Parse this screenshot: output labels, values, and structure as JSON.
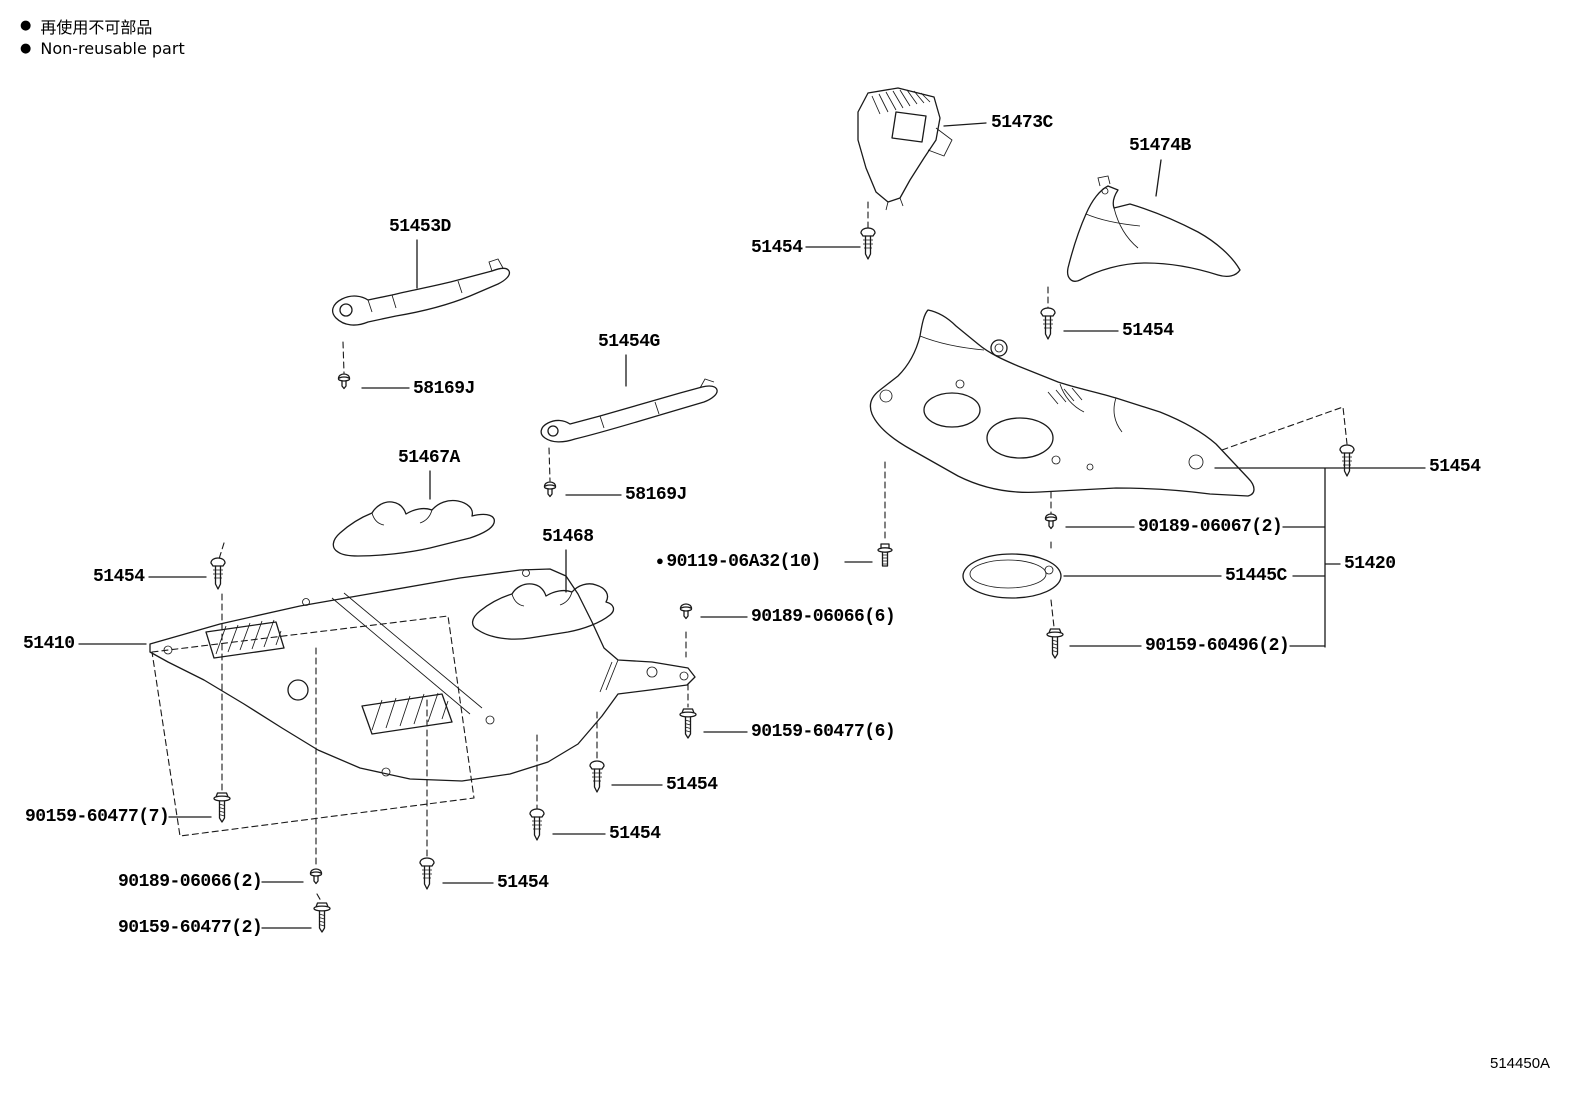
{
  "legend": {
    "bullet": "●",
    "jp": "再使用不可部品",
    "en": "Non-reusable part"
  },
  "diagram_code": "514450A",
  "colors": {
    "line": "#1a1a1a",
    "text": "#000000",
    "background": "#ffffff"
  },
  "labels": [
    {
      "text": "51453D"
    },
    {
      "text": "51473C"
    },
    {
      "text": "51474B"
    },
    {
      "text": "51454"
    },
    {
      "text": "51454"
    },
    {
      "text": "58169J"
    },
    {
      "text": "51454G"
    },
    {
      "text": "51467A"
    },
    {
      "text": "58169J"
    },
    {
      "text": "51468"
    },
    {
      "text": "51454"
    },
    {
      "bullet": "●",
      "text": "90119-06A32(10)"
    },
    {
      "text": "90189-06066(6)"
    },
    {
      "text": "51410"
    },
    {
      "text": "90189-06067(2)"
    },
    {
      "text": "51445C"
    },
    {
      "text": "51420"
    },
    {
      "text": "51454"
    },
    {
      "text": "90159-60496(2)"
    },
    {
      "text": "90159-60477(6)"
    },
    {
      "text": "51454"
    },
    {
      "text": "51454"
    },
    {
      "text": "51454"
    },
    {
      "text": "90159-60477(7)"
    },
    {
      "text": "90189-06066(2)"
    },
    {
      "text": "90159-60477(2)"
    }
  ]
}
